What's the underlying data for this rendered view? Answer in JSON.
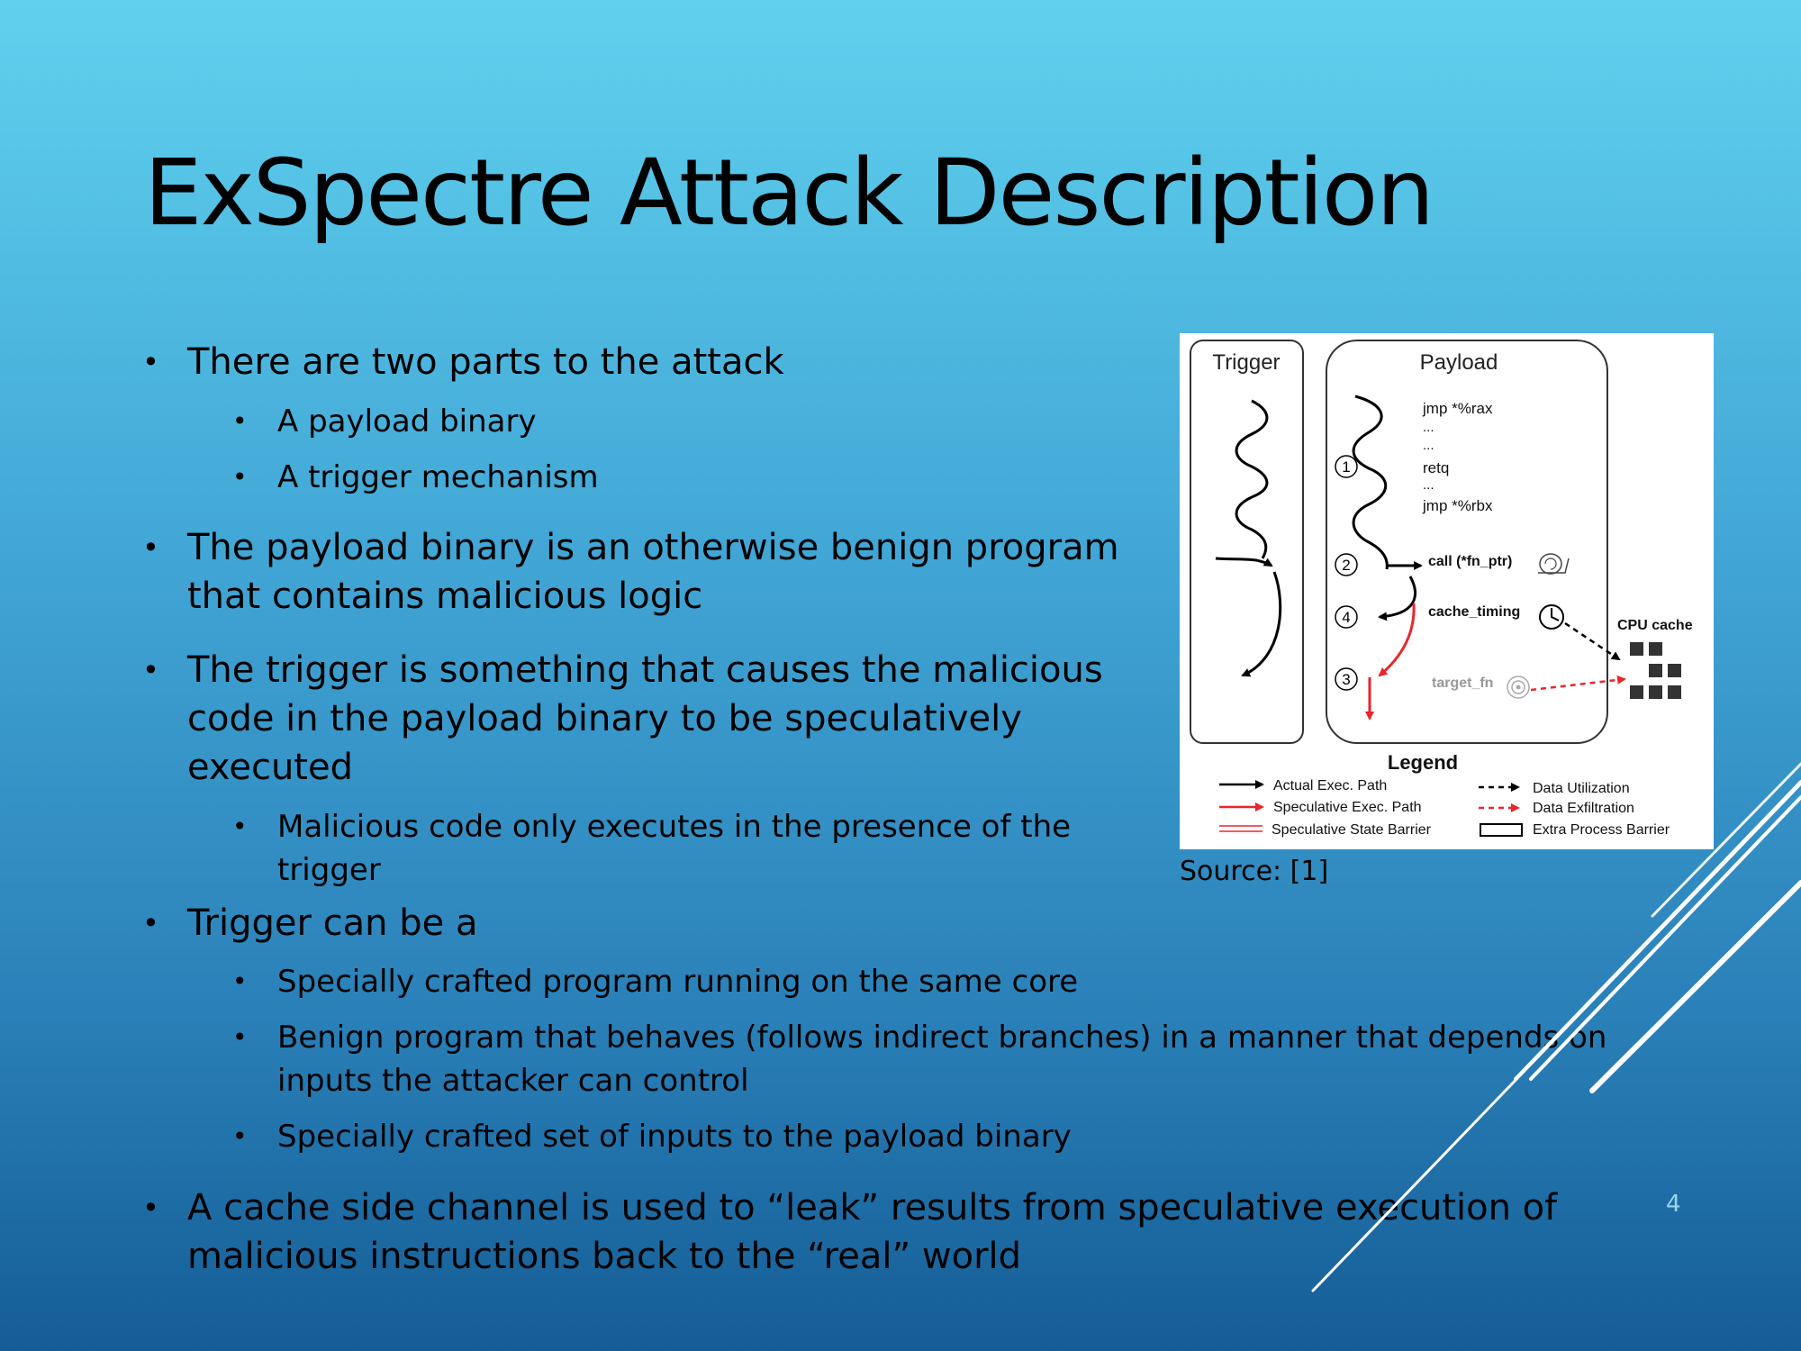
{
  "slide": {
    "title": "ExSpectre Attack Description",
    "bullets": [
      {
        "text": "There are two parts to the attack"
      },
      {
        "text": "A payload binary"
      },
      {
        "text": "A trigger mechanism"
      },
      {
        "text_lines": [
          "The payload binary is an otherwise benign program",
          "that contains malicious logic"
        ]
      },
      {
        "text_lines": [
          "The trigger is something that causes the malicious",
          "code in the payload binary to be speculatively",
          "executed"
        ]
      },
      {
        "text_lines": [
          "Malicious code only executes in the presence of the",
          "trigger"
        ]
      },
      {
        "text": "Trigger can be a"
      },
      {
        "text": "Specially crafted program running on the same core"
      },
      {
        "text_lines": [
          "Benign program that behaves (follows indirect branches) in a manner that depends on",
          "inputs the attacker can control"
        ]
      },
      {
        "text": "Specially crafted set of inputs to the payload binary"
      },
      {
        "text_lines": [
          "A cache side channel is used to “leak” results from speculative execution of",
          "malicious instructions back to the “real” world"
        ]
      }
    ],
    "source": "Source: [1]",
    "page_number": "4"
  },
  "figure": {
    "trigger_label": "Trigger",
    "payload_label": "Payload",
    "code": {
      "jmp_rax": "jmp *%rax",
      "dots1": "...",
      "dots2": "...",
      "retq": "retq",
      "dots3": "...",
      "jmp_rbx": "jmp *%rbx",
      "call": "call (*fn_ptr)",
      "cache_timing": "cache_timing",
      "target_fn": "target_fn"
    },
    "steps": [
      "1",
      "2",
      "4",
      "3"
    ],
    "cpu_cache_label": "CPU cache",
    "legend_title": "Legend",
    "legend": {
      "actual": "Actual Exec. Path",
      "speculative": "Speculative Exec. Path",
      "barrier": "Speculative State Barrier",
      "utilization": "Data Utilization",
      "exfiltration": "Data Exfiltration",
      "process_barrier": "Extra Process Barrier"
    },
    "colors": {
      "actual": "#000000",
      "speculative": "#e8262b"
    }
  }
}
